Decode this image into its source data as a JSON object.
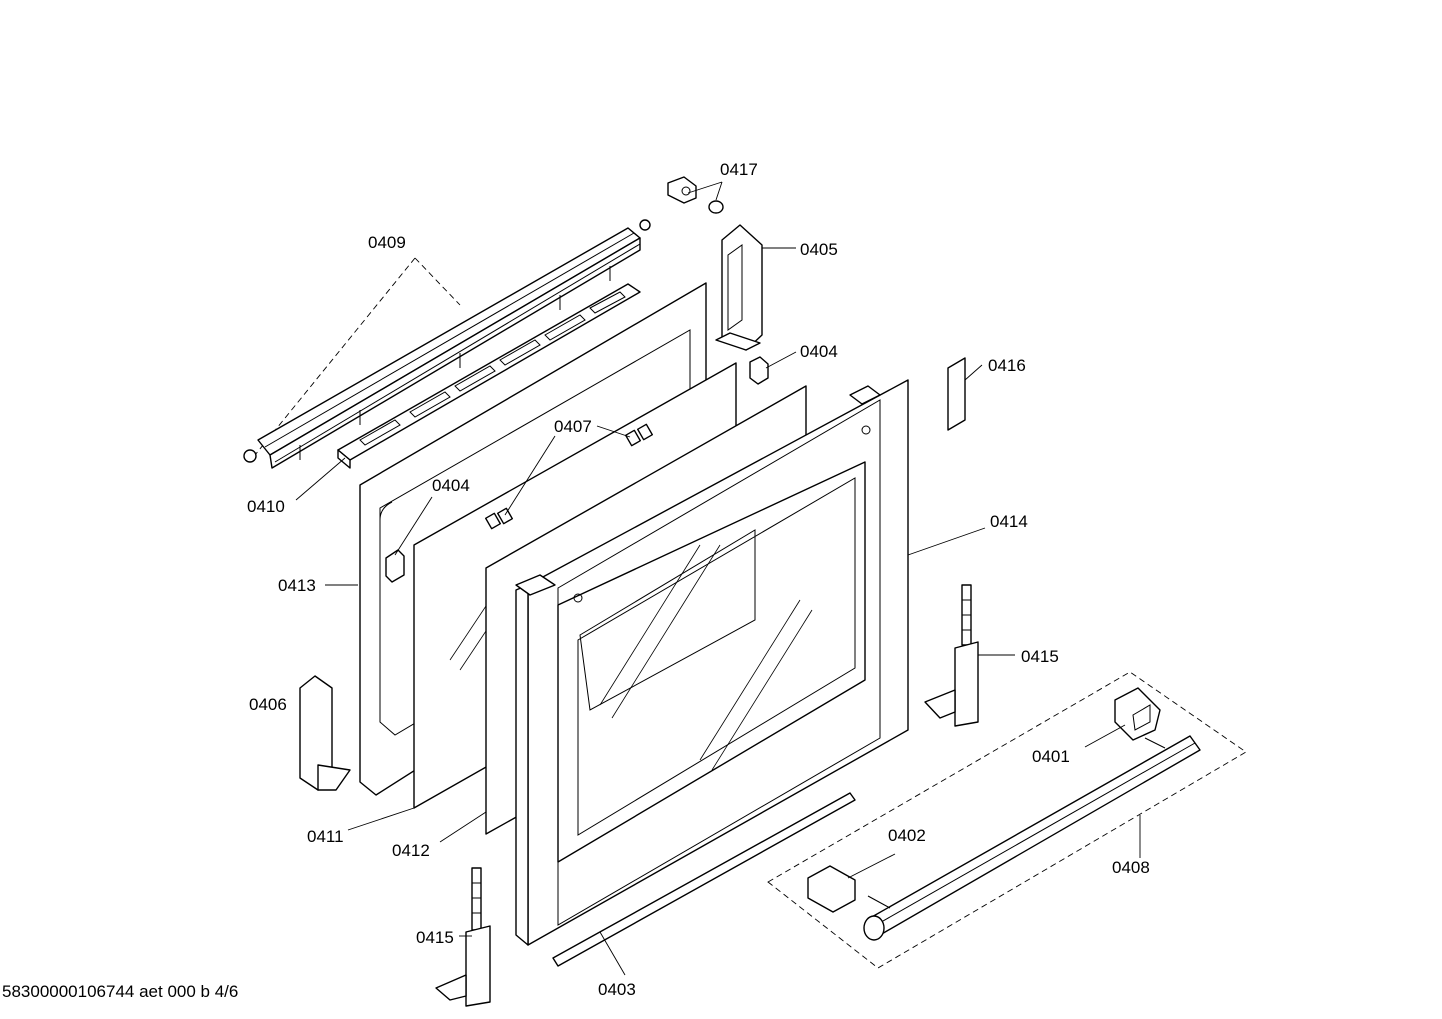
{
  "diagram": {
    "footer": "58300000106744 aet 000 b 4/6",
    "labels": {
      "p0417": "0417",
      "p0409": "0409",
      "p0405": "0405",
      "p0404a": "0404",
      "p0416": "0416",
      "p0407": "0407",
      "p0404b": "0404",
      "p0410": "0410",
      "p0414": "0414",
      "p0413": "0413",
      "p0415a": "0415",
      "p0406": "0406",
      "p0401": "0401",
      "p0402": "0402",
      "p0411": "0411",
      "p0412": "0412",
      "p0408": "0408",
      "p0415b": "0415",
      "p0403": "0403"
    }
  }
}
